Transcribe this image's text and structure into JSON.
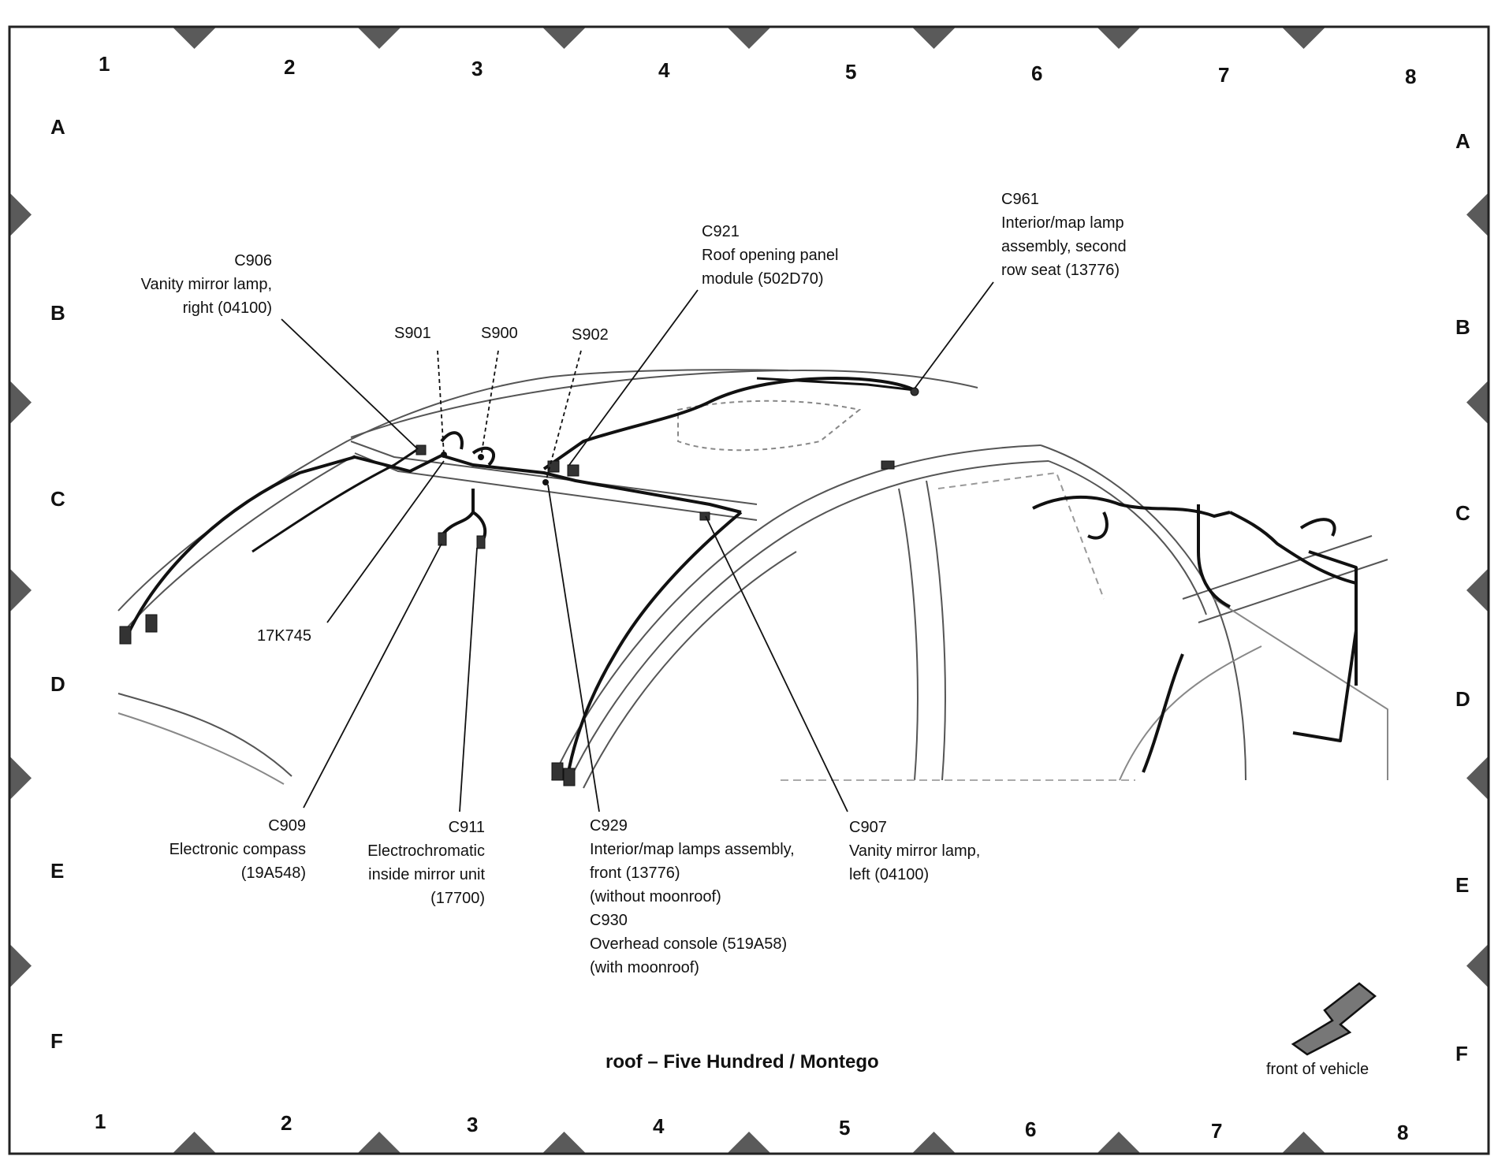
{
  "title": "roof – Five Hundred / Montego",
  "grid": {
    "columns": [
      "1",
      "2",
      "3",
      "4",
      "5",
      "6",
      "7",
      "8"
    ],
    "rows": [
      "A",
      "B",
      "C",
      "D",
      "E",
      "F"
    ]
  },
  "splices": [
    "S901",
    "S900",
    "S902"
  ],
  "component_label": "17K745",
  "orientation_label": "front of vehicle",
  "callouts": {
    "c906": [
      "C906",
      "Vanity mirror lamp,",
      "right (04100)"
    ],
    "c921": [
      "C921",
      "Roof opening panel",
      "module (502D70)"
    ],
    "c961": [
      "C961",
      "Interior/map lamp",
      "assembly, second",
      "row seat (13776)"
    ],
    "c909": [
      "C909",
      "Electronic compass",
      "(19A548)"
    ],
    "c911": [
      "C911",
      "Electrochromatic",
      "inside mirror unit",
      "(17700)"
    ],
    "c929": [
      "C929",
      "Interior/map lamps assembly,",
      "front (13776)",
      "(without moonroof)",
      "C930",
      "Overhead console (519A58)",
      "(with moonroof)"
    ],
    "c907": [
      "C907",
      "Vanity mirror lamp,",
      "left (04100)"
    ]
  },
  "colors": {
    "line": "#111111",
    "border": "#222222",
    "arrow_fill": "#777777"
  }
}
